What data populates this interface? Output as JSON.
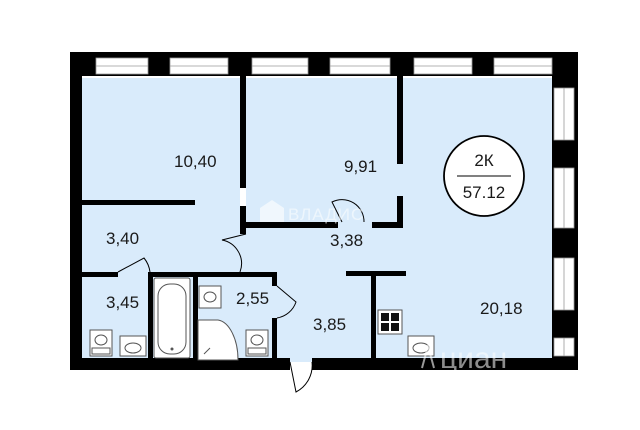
{
  "plan": {
    "rooms": [
      {
        "id": "bedroom-1",
        "area": "10,40"
      },
      {
        "id": "bedroom-2",
        "area": "9,91"
      },
      {
        "id": "hall-left",
        "area": "3,40"
      },
      {
        "id": "corridor",
        "area": "3,38"
      },
      {
        "id": "bathroom",
        "area": "3,45"
      },
      {
        "id": "toilet",
        "area": "2,55"
      },
      {
        "id": "entry",
        "area": "3,85"
      },
      {
        "id": "kitchen-living",
        "area": "20,18"
      }
    ],
    "badge": {
      "rooms": "2К",
      "total_area": "57.12"
    },
    "watermarks": {
      "center": "ВЛАДИС",
      "corner": "циан"
    },
    "colors": {
      "floor": "#d9ebfb",
      "wall": "#000000",
      "window": "#ffffff",
      "fixture_stroke": "#555555"
    }
  }
}
